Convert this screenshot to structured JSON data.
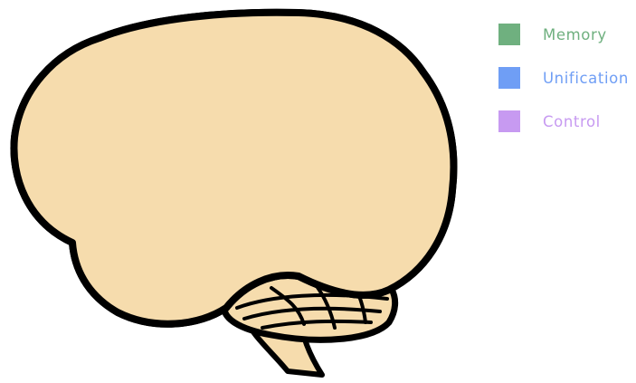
{
  "legend": {
    "items": [
      {
        "key": "memory",
        "label": "Memory",
        "color": "#6fb07f"
      },
      {
        "key": "unification",
        "label": "Unification",
        "color": "#6f9ef5"
      },
      {
        "key": "control",
        "label": "Control",
        "color": "#c79af1"
      }
    ]
  },
  "colors": {
    "brain_fill": "#f6dcad",
    "outline": "#000000",
    "background": "#ffffff"
  },
  "icons": [
    "brain-illustration"
  ]
}
